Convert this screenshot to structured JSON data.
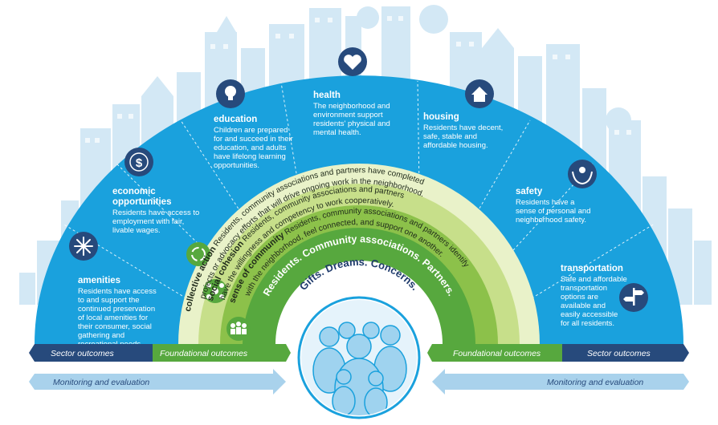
{
  "sectors": [
    {
      "key": "amenities",
      "title": "amenities",
      "icon": "sparkle-icon",
      "body": [
        "Residents have access",
        "to and support the",
        "continued preservation",
        "of local amenities for",
        "their consumer, social",
        "gathering and",
        "recreational needs."
      ]
    },
    {
      "key": "economic",
      "title": "economic",
      "title2": "opportunities",
      "icon": "dollar-icon",
      "body": [
        "Residents have access to",
        "employment with fair,",
        "livable wages."
      ]
    },
    {
      "key": "education",
      "title": "education",
      "icon": "lightbulb-icon",
      "body": [
        "Children are prepared",
        "for and succeed in their",
        "education, and adults",
        "have lifelong learning",
        "opportunities."
      ]
    },
    {
      "key": "health",
      "title": "health",
      "icon": "heart-icon",
      "body": [
        "The neighborhood and",
        "environment support",
        "residents' physical and",
        "mental health."
      ]
    },
    {
      "key": "housing",
      "title": "housing",
      "icon": "house-icon",
      "body": [
        "Residents have decent,",
        "safe, stable and",
        "affordable housing."
      ]
    },
    {
      "key": "safety",
      "title": "safety",
      "icon": "protect-hands-icon",
      "body": [
        "Residents have a",
        "sense of personal and",
        "neighborhood safety."
      ]
    },
    {
      "key": "transportation",
      "title": "transportation",
      "icon": "signpost-icon",
      "body": [
        "Safe and affordable",
        "transportation",
        "options are",
        "available and",
        "easily accessible",
        "for all residents."
      ]
    }
  ],
  "bands": {
    "collective_action": {
      "title": "collective action",
      "text": "Residents, community associations and partners have completed",
      "text2": "projects or advocacy efforts that will drive ongoing work in the neighborhood."
    },
    "social_cohesion": {
      "title": "social cohesion",
      "text": "Residents, community associations and partners",
      "text2": "have the willingness and competency to work cooperatively."
    },
    "sense_of_community": {
      "title": "sense of community",
      "text": "Residents, community associations and partners identify",
      "text2": "with the neighborhood, feel connected, and support one another."
    },
    "inner": "Residents. Community associations. Partners.",
    "core": "Gifts. Dreams. Concerns."
  },
  "strips": {
    "sector_left": "Sector outcomes",
    "foundational_left": "Foundational outcomes",
    "foundational_right": "Foundational outcomes",
    "sector_right": "Sector outcomes",
    "monitoring_left": "Monitoring and evaluation",
    "monitoring_right": "Monitoring and evaluation"
  },
  "colors": {
    "sky": "#1aa1dd",
    "navy": "#274a7c",
    "green_dark": "#57a83e",
    "green_mid": "#8cc14a",
    "green_light": "#c7df8a",
    "green_pale": "#e9f2c9",
    "monitor": "#a9d2ec",
    "skyline": "#d3e8f5"
  }
}
